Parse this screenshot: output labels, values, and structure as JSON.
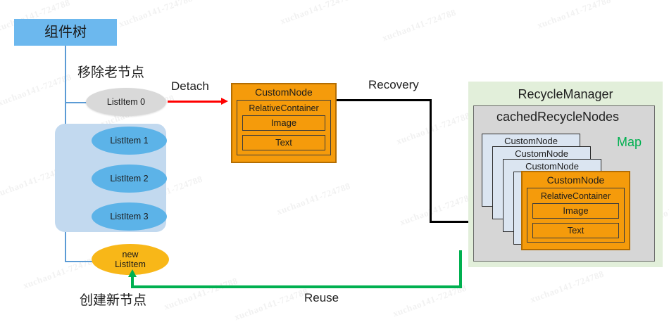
{
  "diagram": {
    "title_root": "组件树",
    "captions": {
      "remove_old": "移除老节点",
      "create_new": "创建新节点"
    },
    "tree": {
      "detached_item": "ListItem 0",
      "group_items": [
        "ListItem 1",
        "ListItem 2",
        "ListItem 3"
      ],
      "new_item_line1": "new",
      "new_item_line2": "ListItem"
    },
    "custom_node": {
      "title": "CustomNode",
      "inner_title": "RelativeContainer",
      "slots": [
        "Image",
        "Text"
      ]
    },
    "recycle_manager": {
      "title": "RecycleManager",
      "cached_title": "cachedRecycleNodes",
      "map_label": "Map",
      "stack_labels": [
        "CustomNode",
        "CustomNode",
        "CustomNode",
        "CustomNode"
      ]
    },
    "edges": {
      "detach": "Detach",
      "recovery": "Recovery",
      "reuse": "Reuse"
    },
    "colors": {
      "root_fill": "#6cb8ee",
      "group_fill": "#c2d9ef",
      "item_fill": "#5cb3e8",
      "detached_fill": "#d9d9d9",
      "new_item_fill": "#f8b718",
      "node_fill": "#f59b0b",
      "node_stroke": "#b36d02",
      "manager_fill": "#e2efda",
      "cached_fill": "#d6d6d6",
      "stack_fill": "#dbe5f1",
      "detach_arrow": "#ff0000",
      "recovery_arrow": "#000000",
      "reuse_arrow": "#00b050",
      "map_text": "#00b050"
    },
    "watermark": "xuchao141-724788"
  }
}
